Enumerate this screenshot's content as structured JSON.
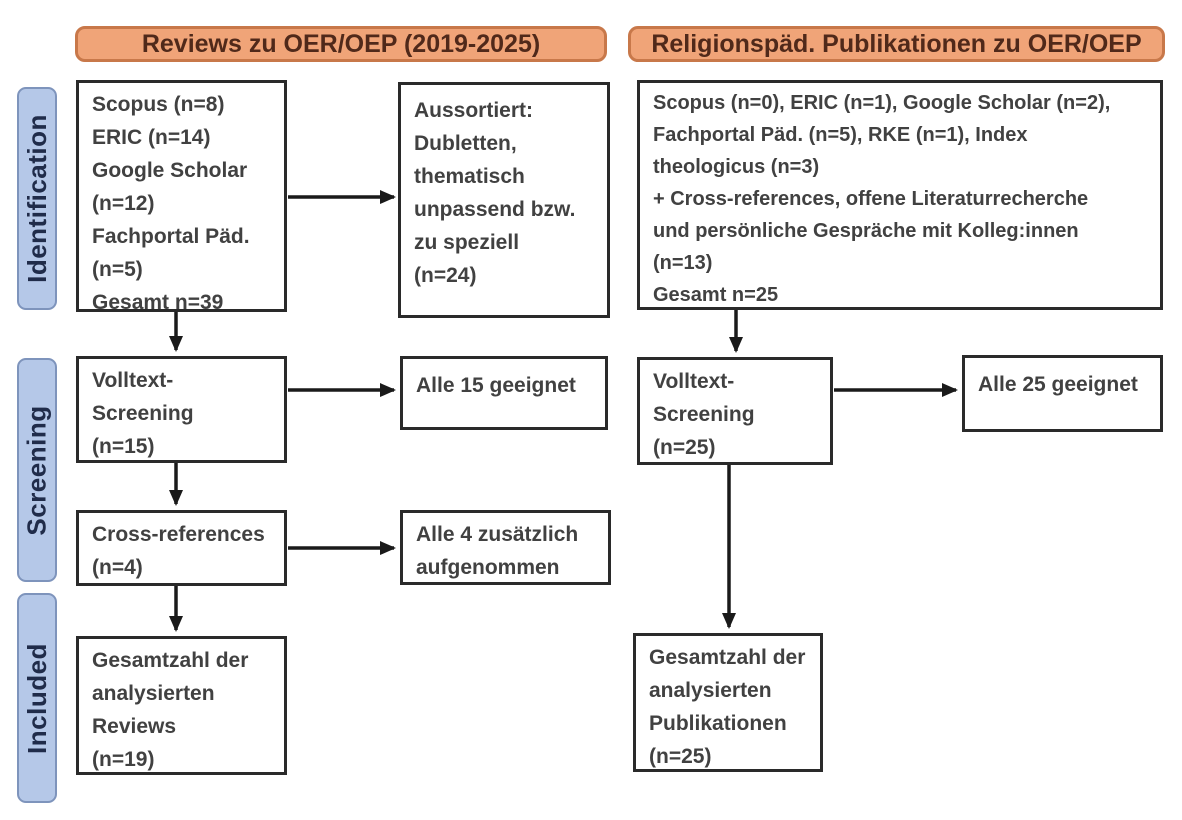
{
  "columns": {
    "left": {
      "header": "Reviews zu OER/OEP (2019-2025)",
      "boxes": {
        "sources": "Scopus (n=8)\nERIC (n=14)\nGoogle Scholar\n(n=12)\nFachportal Päd.\n(n=5)\nGesamt n=39",
        "sorted_out": "Aussortiert:\nDubletten,\nthematisch\nunpassend bzw.\nzu speziell\n(n=24)",
        "fulltext_screening": "Volltext-\nScreening\n(n=15)",
        "all_suitable": "Alle 15 geeignet",
        "cross_references": "Cross-references\n(n=4)",
        "additional_included": "Alle 4 zusätzlich\naufgenommen",
        "total": "Gesamtzahl der\nanalysierten\nReviews\n(n=19)"
      }
    },
    "right": {
      "header": "Religionspäd. Publikationen zu OER/OEP",
      "boxes": {
        "sources": "Scopus (n=0), ERIC (n=1), Google Scholar (n=2),\nFachportal Päd. (n=5), RKE (n=1), Index\ntheologicus (n=3)\n+ Cross-references, offene Literaturrecherche\nund persönliche Gespräche mit Kolleg:innen\n(n=13)\nGesamt n=25",
        "fulltext_screening": "Volltext-\nScreening\n(n=25)",
        "all_suitable": "Alle 25 geeignet",
        "total": "Gesamtzahl der\nanalysierten\nPublikationen\n(n=25)"
      }
    }
  },
  "sidebar": {
    "stages": [
      "Identification",
      "Screening",
      "Included"
    ]
  },
  "colors": {
    "banner_fill": "#F0A478",
    "banner_border": "#C8784A",
    "banner_text": "#50291A",
    "stage_fill": "#B5C8E8",
    "stage_border": "#7E94BC",
    "stage_text": "#202C4A",
    "box_border": "#2A2A2A",
    "box_text": "#414141",
    "arrow": "#1A1A1A",
    "background": "#FFFFFF"
  }
}
